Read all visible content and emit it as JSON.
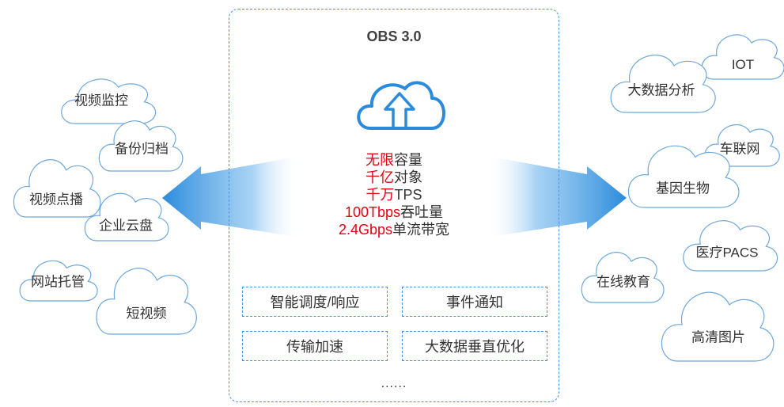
{
  "title": "OBS 3.0",
  "features": [
    {
      "highlight": "无限",
      "rest": "容量"
    },
    {
      "highlight": "千亿",
      "rest": "对象"
    },
    {
      "highlight": "千万",
      "rest": "TPS"
    },
    {
      "highlight": "100Tbps",
      "rest": "吞吐量"
    },
    {
      "highlight": "2.4Gbps",
      "rest": "单流带宽"
    }
  ],
  "capabilities": [
    "智能调度/响应",
    "事件通知",
    "传输加速",
    "大数据垂直优化"
  ],
  "more": "......",
  "left_clouds": [
    "视频监控",
    "备份归档",
    "视频点播",
    "企业云盘",
    "网站托管",
    "短视频"
  ],
  "right_clouds": [
    "IOT",
    "大数据分析",
    "车联网",
    "基因生物",
    "医疗PACS",
    "在线教育",
    "高清图片"
  ],
  "colors": {
    "accent": "#4a90e2",
    "highlight": "#e60012",
    "cloud_stroke": "#6fa8dc"
  },
  "icons": {
    "center": "cloud-upload-icon"
  }
}
